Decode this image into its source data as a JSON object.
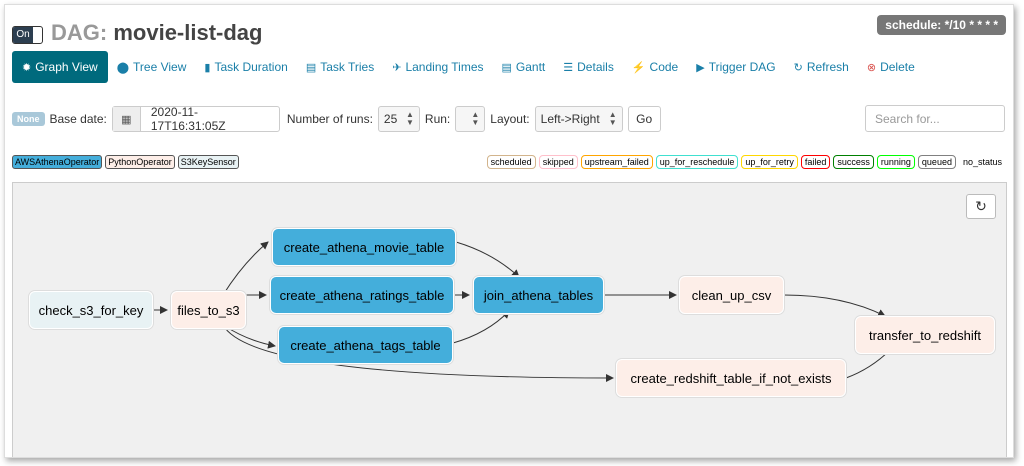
{
  "header": {
    "toggle": "On",
    "dag_label": "DAG:",
    "dag_id": "movie-list-dag",
    "schedule": "schedule: */10 * * * *"
  },
  "nav": [
    {
      "label": "Graph View",
      "icon": "✹"
    },
    {
      "label": "Tree View",
      "icon": "⬤"
    },
    {
      "label": "Task Duration",
      "icon": "▮"
    },
    {
      "label": "Task Tries",
      "icon": "▤"
    },
    {
      "label": "Landing Times",
      "icon": "✈"
    },
    {
      "label": "Gantt",
      "icon": "▤"
    },
    {
      "label": "Details",
      "icon": "☰"
    },
    {
      "label": "Code",
      "icon": "⚡"
    },
    {
      "label": "Trigger DAG",
      "icon": "▶"
    },
    {
      "label": "Refresh",
      "icon": "↻"
    },
    {
      "label": "Delete",
      "icon": "⊗"
    }
  ],
  "filters": {
    "none_badge": "None",
    "base_date_label": "Base date:",
    "base_date": "2020-11-17T16:31:05Z",
    "num_runs_label": "Number of runs:",
    "num_runs": "25",
    "run_label": "Run:",
    "run_value": "",
    "layout_label": "Layout:",
    "layout": "Left->Right",
    "go": "Go",
    "search_placeholder": "Search for..."
  },
  "operators": [
    "AWSAthenaOperator",
    "PythonOperator",
    "S3KeySensor"
  ],
  "states": [
    {
      "label": "scheduled",
      "color": "#d2b48c"
    },
    {
      "label": "skipped",
      "color": "#ffc0cb"
    },
    {
      "label": "upstream_failed",
      "color": "#ffa500"
    },
    {
      "label": "up_for_reschedule",
      "color": "#40e0d0"
    },
    {
      "label": "up_for_retry",
      "color": "#ffd700"
    },
    {
      "label": "failed",
      "color": "#ff0000"
    },
    {
      "label": "success",
      "color": "#008000"
    },
    {
      "label": "running",
      "color": "#00ff00"
    },
    {
      "label": "queued",
      "color": "#808080"
    },
    {
      "label": "no_status",
      "color": "#ffffff"
    }
  ],
  "tasks": {
    "check_s3_for_key": "check_s3_for_key",
    "files_to_s3": "files_to_s3",
    "create_athena_movie_table": "create_athena_movie_table",
    "create_athena_ratings_table": "create_athena_ratings_table",
    "create_athena_tags_table": "create_athena_tags_table",
    "join_athena_tables": "join_athena_tables",
    "clean_up_csv": "clean_up_csv",
    "create_redshift_table_if_not_exists": "create_redshift_table_if_not_exists",
    "transfer_to_redshift": "transfer_to_redshift"
  },
  "colors": {
    "athena": "#44aedb",
    "python": "#fdeee8",
    "s3": "#e8f2f4",
    "accent": "#006a7d"
  }
}
